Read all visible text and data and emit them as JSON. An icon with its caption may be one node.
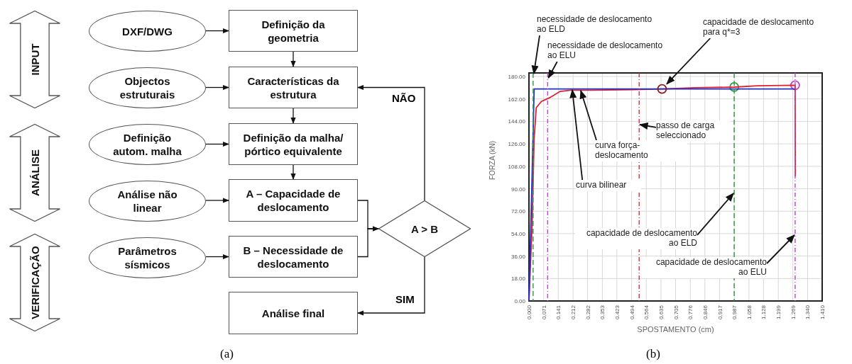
{
  "diagram": {
    "nodes": [
      {
        "text": [
          "INPUT"
        ]
      },
      {
        "text": [
          "ANÁLISE"
        ]
      },
      {
        "text": [
          "VERIFICAÇÃO"
        ]
      },
      {
        "text": [
          "DXF/DWG"
        ]
      },
      {
        "text": [
          "Definição da geometria"
        ]
      },
      {
        "text": [
          "Objectos estruturais"
        ]
      },
      {
        "text": [
          "Características da estrutura"
        ]
      },
      {
        "text": [
          "Definição autom. malha"
        ]
      },
      {
        "text": [
          "Definição da malha/ pórtico equivalente"
        ]
      },
      {
        "text": [
          "Análise não linear"
        ]
      },
      {
        "text": [
          "A – Capacidade de deslocamento"
        ]
      },
      {
        "text": [
          "Parâmetros sísmicos"
        ]
      },
      {
        "text": [
          "B – Necessidade de deslocamento"
        ]
      },
      {
        "text": [
          "A > B"
        ]
      },
      {
        "text": [
          "Análise final"
        ]
      },
      {
        "text": [
          "necessidade de deslocamento ao ELD"
        ]
      },
      {
        "text": [
          "necessidade de deslocamento ao ELU"
        ]
      },
      {
        "text": [
          "capacidade de deslocamento para q*=3"
        ]
      },
      {
        "text": [
          "passo de carga seleccionado"
        ]
      },
      {
        "text": [
          "curva força-deslocamento"
        ]
      },
      {
        "text": [
          "curva bilinear"
        ]
      },
      {
        "text": [
          "capacidade de deslocamento ao ELD"
        ]
      },
      {
        "text": [
          "capacidade de deslocamento ao ELU"
        ]
      },
      {
        "text": [],
        "shape": "line"
      },
      {
        "text": [],
        "shape": "line"
      },
      {
        "text": [],
        "shape": "circle"
      },
      {
        "text": [],
        "shape": "line"
      },
      {
        "text": [],
        "shape": "line"
      },
      {
        "text": [],
        "shape": "line"
      }
    ],
    "edges": [
      {
        "from": 3,
        "to": 4,
        "arrow": "to"
      },
      {
        "from": 4,
        "to": 6,
        "arrow": "to"
      },
      {
        "from": 5,
        "to": 6,
        "arrow": "to"
      },
      {
        "from": 6,
        "to": 8,
        "arrow": "to"
      },
      {
        "from": 7,
        "to": 8,
        "arrow": "to"
      },
      {
        "from": 8,
        "to": 10,
        "arrow": "to"
      },
      {
        "from": 9,
        "to": 10,
        "arrow": "to"
      },
      {
        "from": 11,
        "to": 12,
        "arrow": "to"
      },
      {
        "from": 10,
        "to": 13,
        "arrow": "to"
      },
      {
        "from": 12,
        "to": 13,
        "arrow": "to"
      },
      {
        "from": 13,
        "to": 6,
        "arrow": "to",
        "label": "NÃO"
      },
      {
        "from": 13,
        "to": 14,
        "arrow": "to",
        "label": "SIM"
      },
      {
        "from": 15,
        "to": 23,
        "arrow": "to"
      },
      {
        "from": 16,
        "to": 24,
        "arrow": "to"
      },
      {
        "from": 17,
        "to": 25,
        "arrow": "to"
      },
      {
        "from": 18,
        "to": 26,
        "arrow": "to"
      },
      {
        "from": 19,
        "to": null,
        "arrow": "to"
      },
      {
        "from": 20,
        "to": null,
        "arrow": "to"
      },
      {
        "from": 21,
        "to": 27,
        "arrow": "to"
      },
      {
        "from": 22,
        "to": 28,
        "arrow": "to"
      }
    ],
    "labels": [
      "(a)",
      "(b)"
    ],
    "chart_data": {
      "type": "line",
      "xlabel": "SPOSTAMENTO (cm)",
      "ylabel": "FORZA (kN)",
      "grid": true,
      "x": [
        0,
        0.015,
        0.025,
        0.035,
        0.06,
        0.1,
        0.15,
        0.2,
        0.3,
        0.5,
        0.64,
        0.8,
        0.987,
        1.1,
        1.28,
        1.281
      ],
      "series": [
        {
          "color": "#e0202c",
          "values": [
            0,
            60,
            130,
            155,
            160,
            163,
            168,
            169,
            169,
            169.5,
            170,
            171,
            171.5,
            172.5,
            173,
            100
          ]
        },
        {
          "color": "#1f2fd6",
          "values": [
            0,
            100,
            170,
            170,
            170,
            170,
            170,
            170,
            170,
            170,
            170,
            170,
            170,
            170,
            170,
            null
          ]
        }
      ],
      "ref_lines": [
        {
          "axis": "x",
          "value": 0.02,
          "color": "#2e9a3c"
        },
        {
          "axis": "x",
          "value": 0.09,
          "color": "#c040d0"
        },
        {
          "axis": "x",
          "value": 0.53,
          "color": "#e0303a"
        },
        {
          "axis": "x",
          "value": 0.987,
          "color": "#2e9a3c"
        },
        {
          "axis": "x",
          "value": 1.28,
          "color": "#c040d0"
        }
      ],
      "xlim": [
        0,
        1.41
      ],
      "ylim": [
        0,
        180
      ],
      "xticks": [
        {
          "value": 0,
          "label": "0.000"
        },
        {
          "value": 0.071,
          "label": "0.071"
        },
        {
          "value": 0.141,
          "label": "0.141"
        },
        {
          "value": 0.212,
          "label": "0.212"
        },
        {
          "value": 0.282,
          "label": "0.282"
        },
        {
          "value": 0.353,
          "label": "0.353"
        },
        {
          "value": 0.423,
          "label": "0.423"
        },
        {
          "value": 0.494,
          "label": "0.494"
        },
        {
          "value": 0.564,
          "label": "0.564"
        },
        {
          "value": 0.635,
          "label": "0.635"
        },
        {
          "value": 0.705,
          "label": "0.705"
        },
        {
          "value": 0.776,
          "label": "0.776"
        },
        {
          "value": 0.846,
          "label": "0.846"
        },
        {
          "value": 0.917,
          "label": "0.917"
        },
        {
          "value": 0.987,
          "label": "0.987"
        },
        {
          "value": 1.058,
          "label": "1.058"
        },
        {
          "value": 1.128,
          "label": "1.128"
        },
        {
          "value": 1.199,
          "label": "1.199"
        },
        {
          "value": 1.269,
          "label": "1.269"
        },
        {
          "value": 1.34,
          "label": "1.340"
        },
        {
          "value": 1.41,
          "label": "1.410"
        }
      ],
      "yticks": [
        {
          "value": 0,
          "label": "0.00"
        },
        {
          "value": 18,
          "label": "18.00"
        },
        {
          "value": 36,
          "label": "36.00"
        },
        {
          "value": 54,
          "label": "54.00"
        },
        {
          "value": 72,
          "label": "72.00"
        },
        {
          "value": 90,
          "label": "90.00"
        },
        {
          "value": 108,
          "label": "108.00"
        },
        {
          "value": 126,
          "label": "126.00"
        },
        {
          "value": 144,
          "label": "144.00"
        },
        {
          "value": 162,
          "label": "162.00"
        },
        {
          "value": 180,
          "label": "180.00"
        }
      ]
    }
  }
}
